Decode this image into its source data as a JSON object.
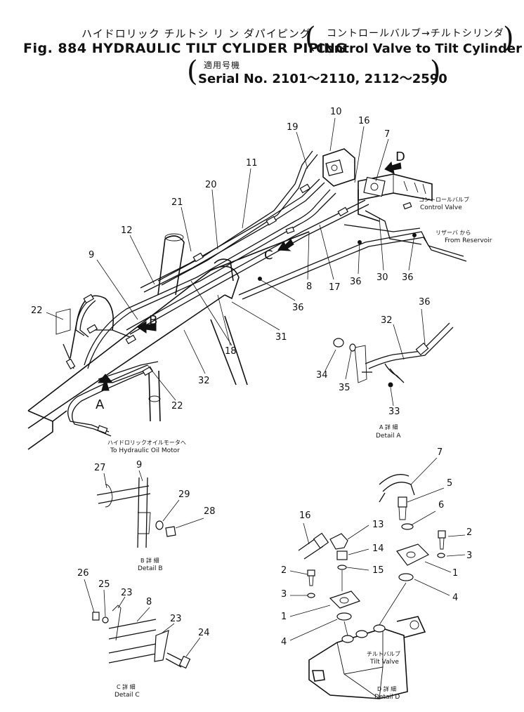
{
  "header": {
    "title_jp": "ハイドロリック チルトシ リ ン ダパイピング",
    "title_en": "Fig. 884 HYDRAULIC TILT CYLIDER PIPING",
    "subtitle_jp": "コントロールバルブ→チルトシリンダ",
    "subtitle_en": "Control Valve to Tilt Cylinder",
    "serial_jp": "適用号機",
    "serial_en": "Serial No. 2101～2110, 2112～2590"
  },
  "callouts": [
    "10",
    "19",
    "16",
    "7",
    "11",
    "20",
    "21",
    "12",
    "9",
    "22",
    "17",
    "8",
    "36",
    "30",
    "36",
    "31",
    "36",
    "18",
    "32",
    "22",
    "32",
    "36",
    "34",
    "35",
    "33",
    "27",
    "9",
    "29",
    "28",
    "7",
    "5",
    "6",
    "16",
    "13",
    "2",
    "14",
    "3",
    "15",
    "1",
    "2",
    "3",
    "1",
    "4",
    "4",
    "26",
    "25",
    "23",
    "8",
    "23",
    "24"
  ],
  "annotations": {
    "arrow_a": "A",
    "arrow_b": "B",
    "arrow_c": "C",
    "arrow_d": "D",
    "control_valve_jp": "コントロールバルブ",
    "control_valve_en": "Control Valve",
    "reservoir_jp": "リザーバ から",
    "reservoir_en": "From Reservoir",
    "oil_motor_jp": "ハイドロリックオイルモータへ",
    "oil_motor_en": "To Hydraulic Oil Motor",
    "tilt_valve_jp": "チルトバルブ",
    "tilt_valve_en": "Tilt Valve"
  },
  "details": {
    "a_jp": "A 詳 細",
    "a_en": "Detail A",
    "b_jp": "B 詳 細",
    "b_en": "Detail B",
    "c_jp": "C 詳 細",
    "c_en": "Detail C",
    "d_jp": "D 詳 細",
    "d_en": "Detail D"
  }
}
